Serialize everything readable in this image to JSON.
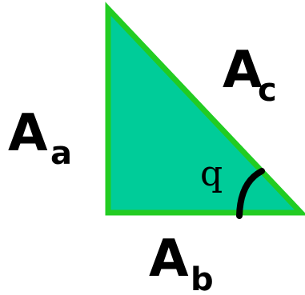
{
  "diagram": {
    "colors": {
      "fill": "#00cc99",
      "stroke": "#22cc22",
      "text": "#000000",
      "arc": "#000000"
    },
    "labels": {
      "a": {
        "main": "A",
        "sub": "a"
      },
      "b": {
        "main": "A",
        "sub": "b"
      },
      "c": {
        "main": "A",
        "sub": "c"
      },
      "angle": "q"
    }
  }
}
